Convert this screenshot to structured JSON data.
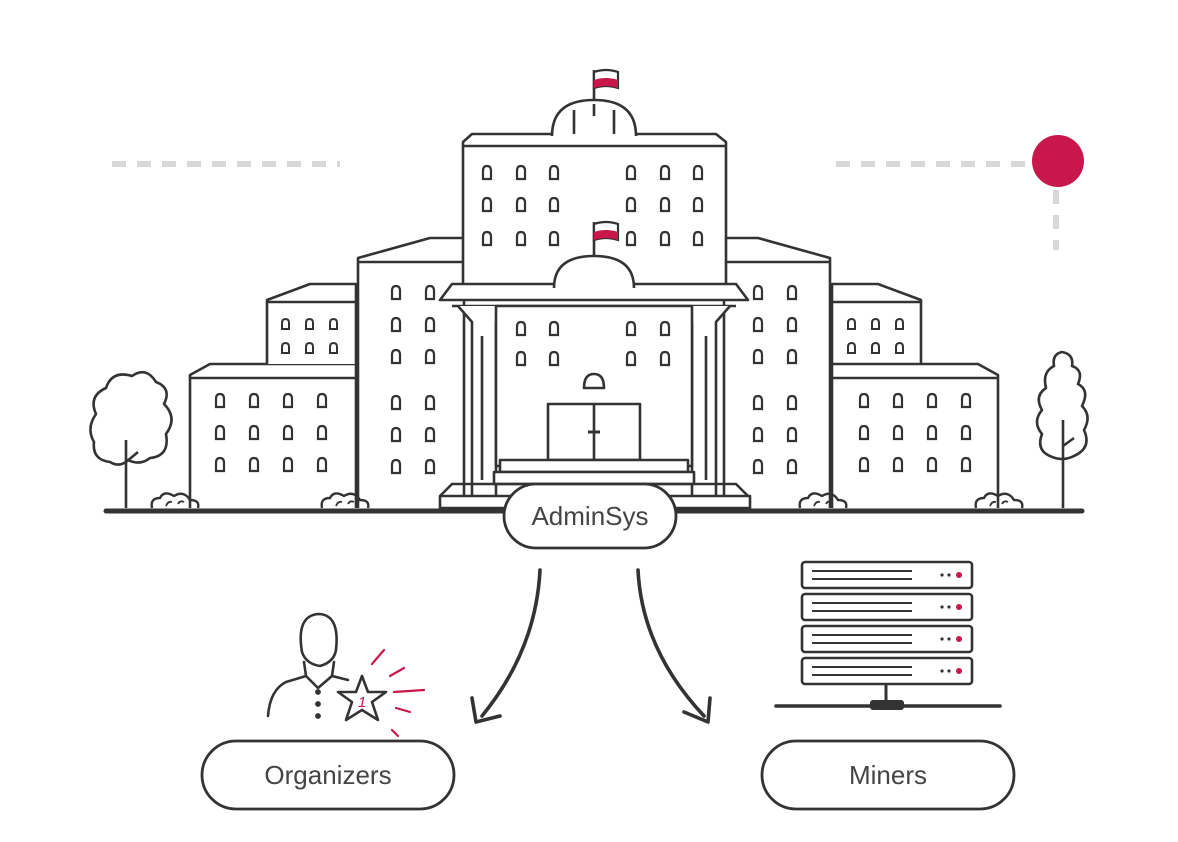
{
  "nodes": {
    "center": {
      "label": "AdminSys"
    },
    "left": {
      "label": "Organizers"
    },
    "right": {
      "label": "Miners"
    }
  },
  "badge": {
    "rank": "1"
  },
  "colors": {
    "ink": "#333333",
    "accent": "#c8174a",
    "connector": "#d8d8d8",
    "background": "#ffffff"
  },
  "icons": [
    "government-building-icon",
    "person-with-star-icon",
    "server-rack-icon",
    "tree-icon",
    "flag-icon"
  ]
}
